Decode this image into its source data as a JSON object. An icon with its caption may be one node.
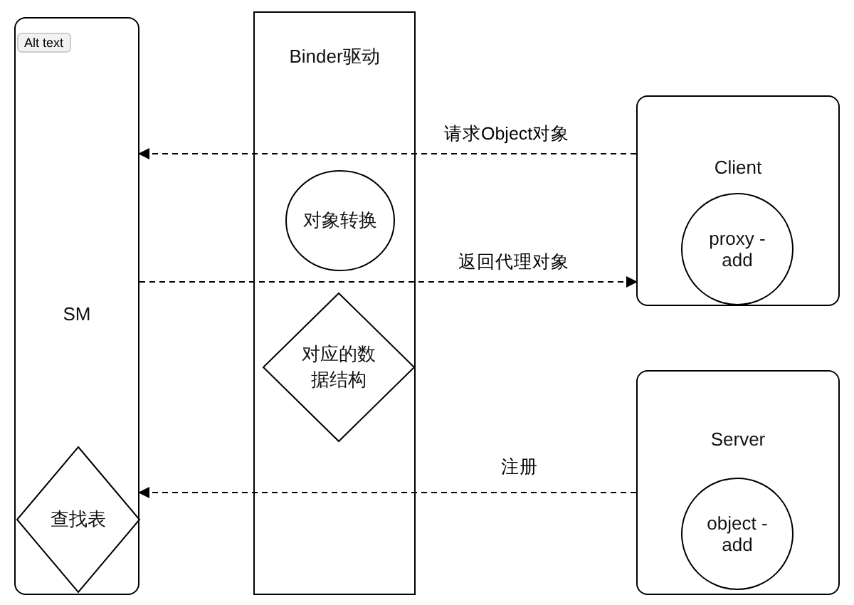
{
  "diagram": {
    "nodes": [
      {
        "text": [
          "SM"
        ]
      },
      {
        "text": [
          "查找表"
        ],
        "in": 0
      },
      {
        "text": [
          "Binder驱动"
        ]
      },
      {
        "text": [
          "对象转换"
        ],
        "in": 2
      },
      {
        "text": [
          "对应的数据结构"
        ],
        "in": 2
      },
      {
        "text": [
          "Client"
        ]
      },
      {
        "text": [
          "proxy -add"
        ],
        "in": 5
      },
      {
        "text": [
          "Server"
        ]
      },
      {
        "text": [
          "object -add"
        ],
        "in": 7
      }
    ],
    "edges": [
      {
        "from": 5,
        "to": 0,
        "arrow": "to",
        "label": "请求Object对象",
        "style": "dashed"
      },
      {
        "from": 0,
        "to": 5,
        "arrow": "to",
        "label": "返回代理对象",
        "style": "dashed"
      },
      {
        "from": 7,
        "to": 0,
        "arrow": "to",
        "label": "注册",
        "style": "dashed"
      }
    ],
    "labels": [
      "Alt text"
    ]
  }
}
